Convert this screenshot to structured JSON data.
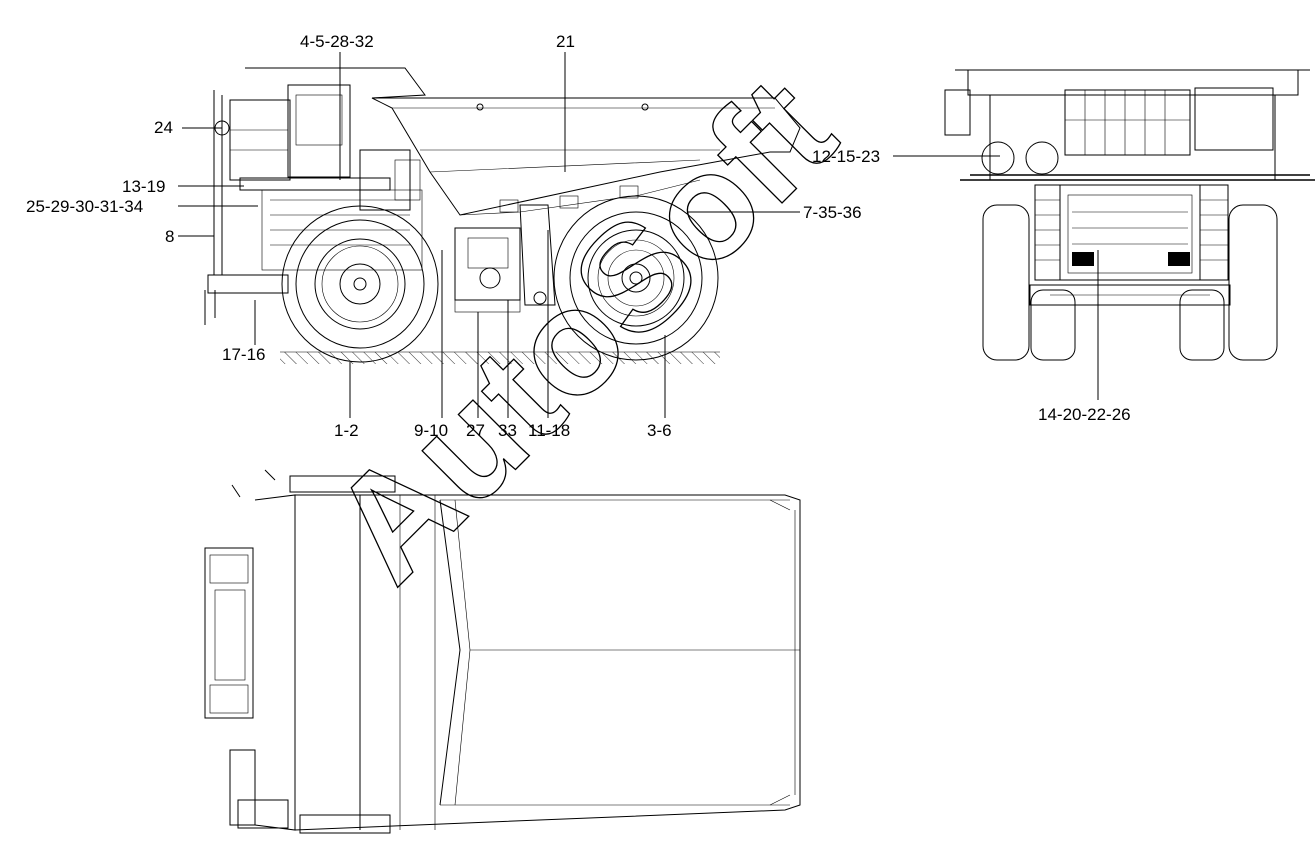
{
  "watermark": "AutoSoft",
  "side_view_callouts": {
    "c_4_5_28_32": "4-5-28-32",
    "c_21": "21",
    "c_24": "24",
    "c_12_15_23": "12-15-23",
    "c_13_19": "13-19",
    "c_25_29_30_31_34": "25-29-30-31-34",
    "c_7_35_36": "7-35-36",
    "c_8": "8",
    "c_17_16": "17-16",
    "c_1_2": "1-2",
    "c_9_10": "9-10",
    "c_27": "27",
    "c_33": "33",
    "c_11_18": "11-18",
    "c_3_6": "3-6"
  },
  "rear_view_callouts": {
    "c_14_20_22_26": "14-20-22-26"
  }
}
